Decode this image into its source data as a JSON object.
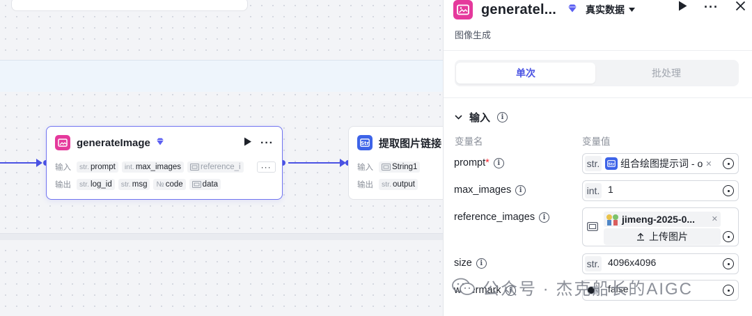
{
  "canvas": {
    "node_main": {
      "title": "generateImage",
      "input_label": "输入",
      "output_label": "输出",
      "inputs": [
        {
          "type": "str.",
          "name": "prompt"
        },
        {
          "type": "int.",
          "name": "max_images"
        },
        {
          "type": "",
          "name": "reference_i"
        }
      ],
      "more_inputs": "···",
      "outputs": [
        {
          "type": "str.",
          "name": "log_id"
        },
        {
          "type": "str.",
          "name": "msg"
        },
        {
          "type": "№",
          "name": "code"
        },
        {
          "type": "",
          "name": "data"
        }
      ]
    },
    "node_second": {
      "title": "提取图片链接",
      "input_label": "输入",
      "output_label": "输出",
      "inputs": [
        {
          "type": "",
          "name": "String1"
        }
      ],
      "outputs": [
        {
          "type": "str.",
          "name": "output"
        }
      ]
    }
  },
  "panel": {
    "title": "generatel...",
    "mode": "真实数据",
    "subtitle": "图像生成",
    "tabs": [
      "单次",
      "批处理"
    ],
    "section_title": "输入",
    "col_var_name": "变量名",
    "col_var_value": "变量值",
    "fields": {
      "prompt": {
        "label": "prompt",
        "type": "str.",
        "value": "组合绘图提示词 - o"
      },
      "max_images": {
        "label": "max_images",
        "type": "int.",
        "value": "1"
      },
      "reference_images": {
        "label": "reference_images",
        "chip": "jimeng-2025-0...",
        "upload": "上传图片"
      },
      "size": {
        "label": "size",
        "type": "str.",
        "value": "4096x4096"
      },
      "watermark": {
        "label": "watermark",
        "value": "false"
      }
    }
  },
  "overlay": {
    "watermark_text": "公众号 · 杰克船长的AIGC"
  },
  "colors": {
    "accent": "#4a52e3",
    "node_pink": "#e5399c",
    "node_blue": "#3d63e8",
    "required": "#f5222d"
  }
}
